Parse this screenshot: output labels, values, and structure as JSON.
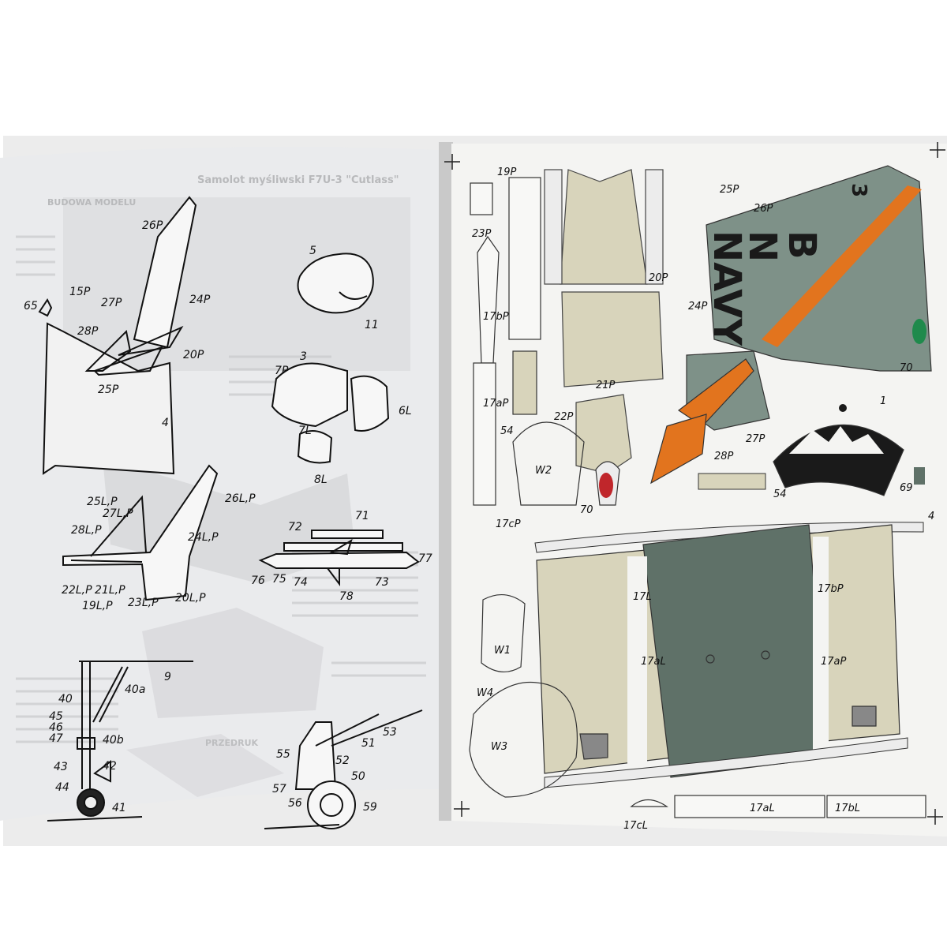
{
  "left_page": {
    "heading": "Samolot myśliwski F7U-3 \"Cutlass\"",
    "section": "BUDOWA MODELU",
    "callouts": [
      "26P",
      "15P",
      "65",
      "27P",
      "28P",
      "24P",
      "20P",
      "25P",
      "4",
      "5",
      "11",
      "3",
      "7P",
      "7L",
      "6L",
      "8L",
      "25L,P",
      "27L,P",
      "26L,P",
      "28L,P",
      "24L,P",
      "22L,P",
      "21L,P",
      "19L,P",
      "23L,P",
      "20L,P",
      "71",
      "72",
      "76",
      "75",
      "74",
      "78",
      "73",
      "77",
      "9",
      "40",
      "40a",
      "45",
      "46",
      "47",
      "40b",
      "43",
      "42",
      "44",
      "41",
      "55",
      "51",
      "53",
      "52",
      "50",
      "57",
      "56",
      "59"
    ],
    "footer_text": "PRZEDRUK"
  },
  "right_page": {
    "tail_markings": [
      "3",
      "B",
      "N",
      "NAVY"
    ],
    "part_labels": [
      "19P",
      "23P",
      "25P",
      "26P",
      "17bP",
      "20P",
      "24P",
      "70",
      "17aP",
      "21P",
      "22P",
      "54",
      "1",
      "27P",
      "28P",
      "W2",
      "70",
      "17cP",
      "54",
      "69",
      "4",
      "17L",
      "17bP",
      "17aL",
      "17aP",
      "W1",
      "W4",
      "W3",
      "17cL",
      "17aL",
      "17bL"
    ]
  },
  "colors": {
    "paper": "#f4f4f2",
    "left_page": "#e9eaec",
    "grey_green": "#7e9188",
    "dark_green": "#5f7168",
    "khaki": "#d8d4bb",
    "orange": "#e2741e",
    "black": "#1a1a1a",
    "red": "#c0262b",
    "green": "#1f8a4c"
  }
}
